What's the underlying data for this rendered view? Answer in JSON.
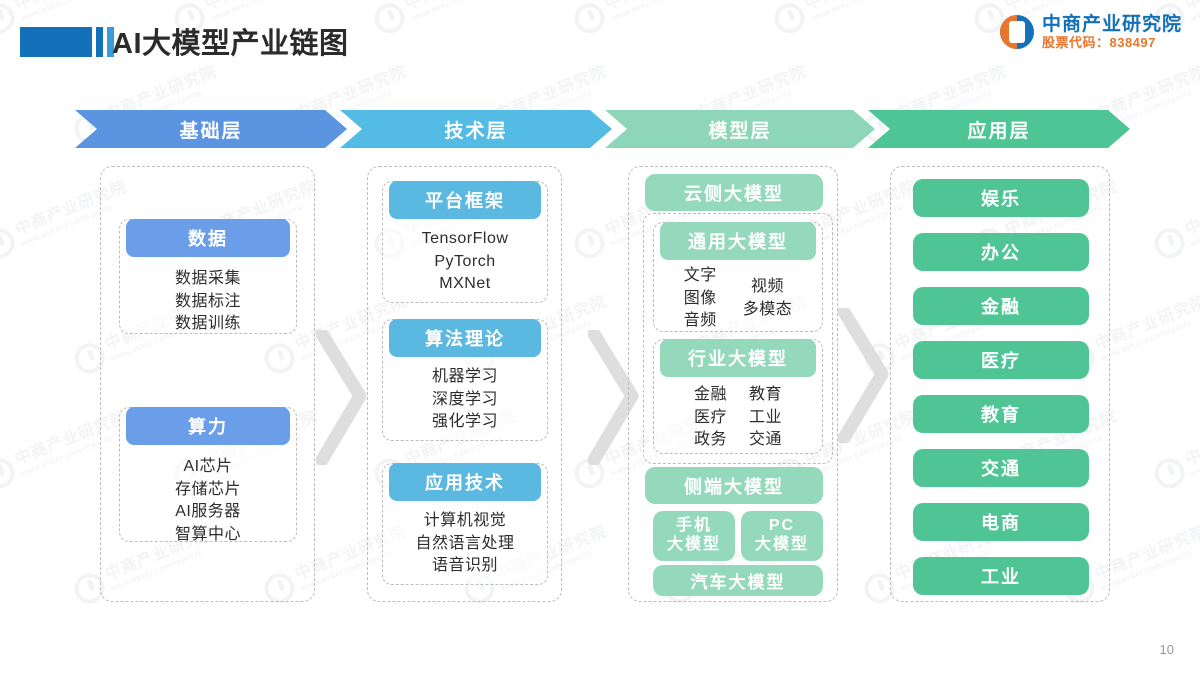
{
  "header": {
    "title": "AI大模型产业链图",
    "logo_name": "中商产业研究院",
    "logo_code": "股票代码：838497"
  },
  "watermark": {
    "line1": "中商产业研究院",
    "line2": "www.askci.com/reports"
  },
  "page_number": "10",
  "colors": {
    "base_layer": "#5b94e0",
    "tech_layer": "#54bce4",
    "model_layer": "#8ed6b9",
    "app_layer": "#4ec595",
    "title_blue": "#1271b8",
    "logo_orange": "#e8762c",
    "dashed_border": "#bcbcbc",
    "connector_grey": "#dcdcdc"
  },
  "band": [
    {
      "label": "基础层",
      "color": "#5b94e0"
    },
    {
      "label": "技术层",
      "color": "#54bce4"
    },
    {
      "label": "模型层",
      "color": "#8ed6b9"
    },
    {
      "label": "应用层",
      "color": "#4ec595"
    }
  ],
  "columns": {
    "foundation": {
      "name": "基础层",
      "cards": [
        {
          "head": "数据",
          "head_color": "#6b9ee8",
          "items": [
            "数据采集",
            "数据标注",
            "数据训练"
          ]
        },
        {
          "head": "算力",
          "head_color": "#6b9ee8",
          "items": [
            "AI芯片",
            "存储芯片",
            "AI服务器",
            "智算中心"
          ]
        }
      ]
    },
    "technology": {
      "name": "技术层",
      "cards": [
        {
          "head": "平台框架",
          "head_color": "#5bb8e0",
          "items": [
            "TensorFlow",
            "PyTorch",
            "MXNet"
          ]
        },
        {
          "head": "算法理论",
          "head_color": "#5bb8e0",
          "items": [
            "机器学习",
            "深度学习",
            "强化学习"
          ]
        },
        {
          "head": "应用技术",
          "head_color": "#5bb8e0",
          "items": [
            "计算机视觉",
            "自然语言处理",
            "语音识别"
          ]
        }
      ]
    },
    "model": {
      "name": "模型层",
      "cloud": {
        "head": "云侧大模型",
        "head_color": "#95d9bd",
        "cards": [
          {
            "head": "通用大模型",
            "head_color": "#95d9bd",
            "left_items": [
              "文字",
              "图像",
              "音频"
            ],
            "right_items": [
              "视频",
              "多模态"
            ]
          },
          {
            "head": "行业大模型",
            "head_color": "#95d9bd",
            "left_items": [
              "金融",
              "医疗",
              "政务"
            ],
            "right_items": [
              "教育",
              "工业",
              "交通"
            ]
          }
        ]
      },
      "edge": {
        "head": "侧端大模型",
        "head_color": "#95d9bd",
        "pills": [
          {
            "label": "手机\n大模型",
            "color": "#95d9bd"
          },
          {
            "label": "PC\n大模型",
            "color": "#95d9bd"
          },
          {
            "label": "汽车大模型",
            "color": "#95d9bd"
          }
        ]
      }
    },
    "application": {
      "name": "应用层",
      "pill_color": "#4fc596",
      "items": [
        "娱乐",
        "办公",
        "金融",
        "医疗",
        "教育",
        "交通",
        "电商",
        "工业"
      ]
    }
  }
}
